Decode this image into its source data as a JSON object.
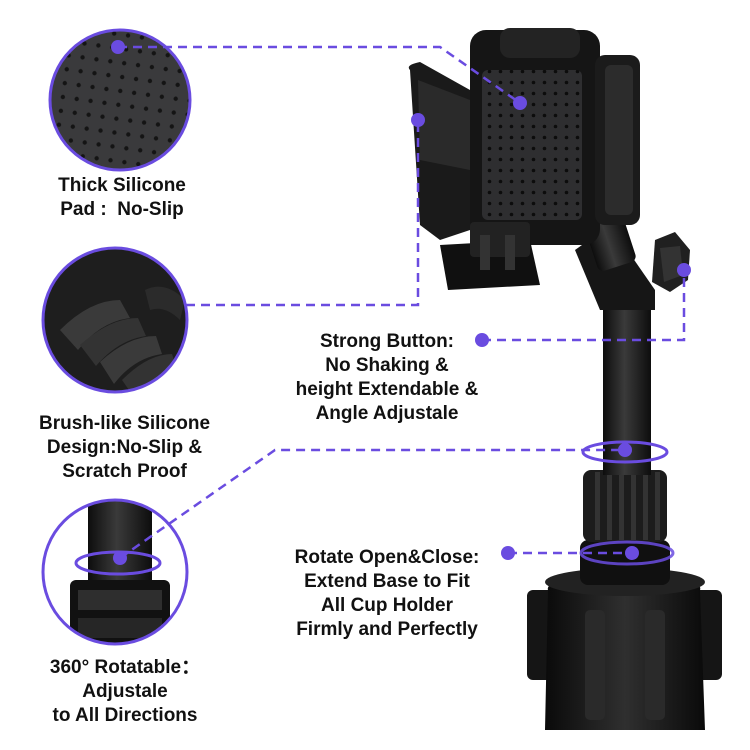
{
  "accent_color": "#6a4ce0",
  "callouts": [
    {
      "id": "silicone-pad",
      "icon": "silicone-pad-zoom",
      "lines": [
        "Thick Silicone",
        "Pad :  No-Slip"
      ]
    },
    {
      "id": "brush-silicone",
      "icon": "brush-grip-zoom",
      "lines": [
        "Brush-like Silicone",
        "Design:No-Slip &",
        "Scratch Proof"
      ]
    },
    {
      "id": "rotatable",
      "icon": "rotation-joint-zoom",
      "lines": [
        "360° Rotatable：",
        "Adjustale",
        "to All Directions"
      ]
    },
    {
      "id": "strong-button",
      "icon": "knob-icon",
      "lines": [
        "Strong Button:",
        "No Shaking &",
        "height Extendable &",
        "Angle Adjustale"
      ]
    },
    {
      "id": "rotate-base",
      "icon": "cup-base-icon",
      "lines": [
        "Rotate Open&Close:",
        "Extend Base to Fit",
        "All Cup Holder",
        "Firmly and Perfectly"
      ]
    }
  ]
}
